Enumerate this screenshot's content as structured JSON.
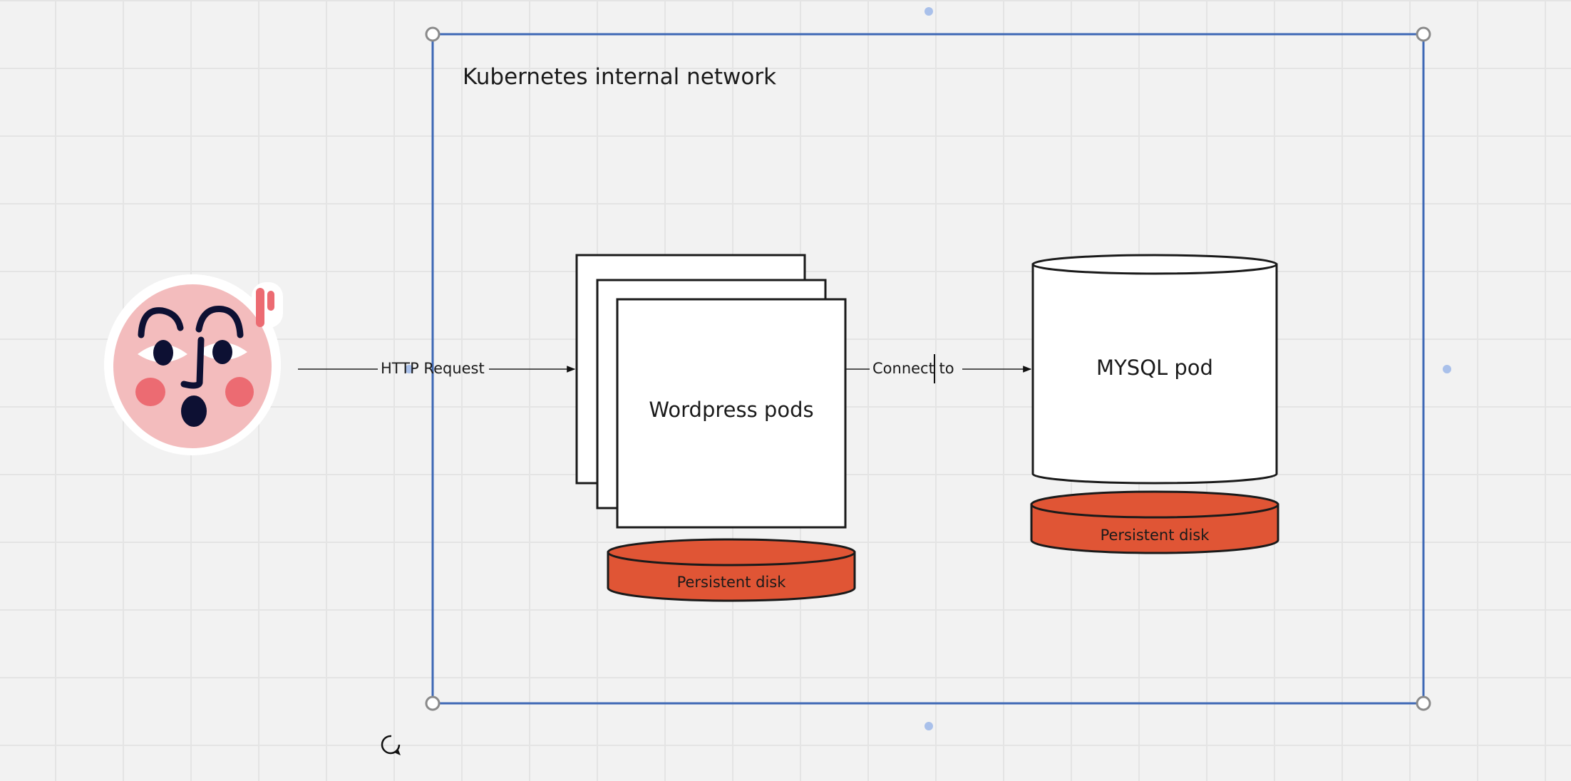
{
  "frame": {
    "title": "Kubernetes internal network"
  },
  "edges": {
    "http_request": "HTTP Request",
    "connect_to": "Connect to"
  },
  "wordpress": {
    "label": "Wordpress pods",
    "disk_label": "Persistent disk"
  },
  "mysql": {
    "label": "MYSQL pod",
    "disk_label": "Persistent disk"
  },
  "colors": {
    "frame_border": "#3e68b5",
    "disk_fill": "#e05535",
    "handle_dot": "#a9c0ea",
    "sticker_face": "#f3bcbd",
    "sticker_features": "#0d1033",
    "sticker_cheeks": "#ec6b72"
  },
  "icons": {
    "user_sticker": "surprised-face-sticker-icon",
    "rotate": "rotate-icon"
  }
}
